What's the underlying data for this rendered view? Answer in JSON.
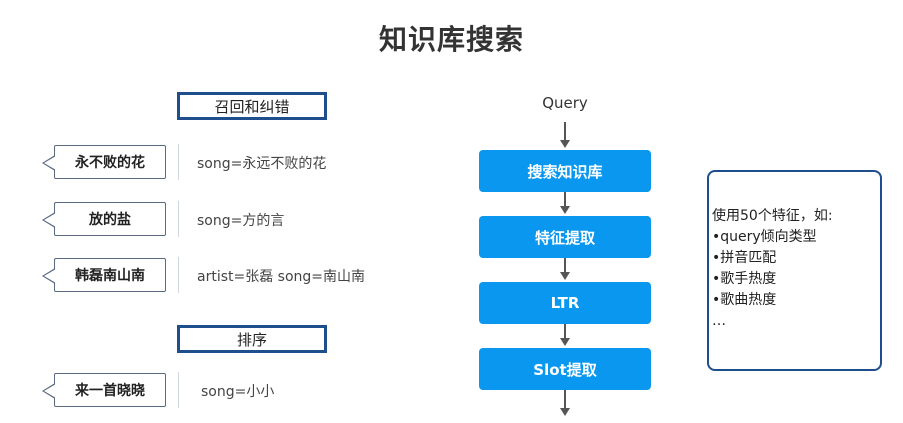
{
  "title": "知识库搜索",
  "sections": {
    "recall": "召回和纠错",
    "rank": "排序"
  },
  "examples": [
    {
      "query": "永不败的花",
      "result": "song=永远不败的花"
    },
    {
      "query": "放的盐",
      "result": "song=方的言"
    },
    {
      "query": "韩磊南山南",
      "result": "artist=张磊 song=南山南"
    },
    {
      "query": "来一首晓晓",
      "result": "song=小小"
    }
  ],
  "flow": {
    "start": "Query",
    "steps": [
      "搜索知识库",
      "特征提取",
      "LTR",
      "Slot提取"
    ]
  },
  "features": {
    "intro": "使用50个特征，如:",
    "items": [
      "query倾向类型",
      "拼音匹配",
      "歌手热度",
      "歌曲热度"
    ],
    "ellipsis": "…"
  },
  "colors": {
    "flow_box": "#0a97f0",
    "frame": "#1f4e8c"
  }
}
